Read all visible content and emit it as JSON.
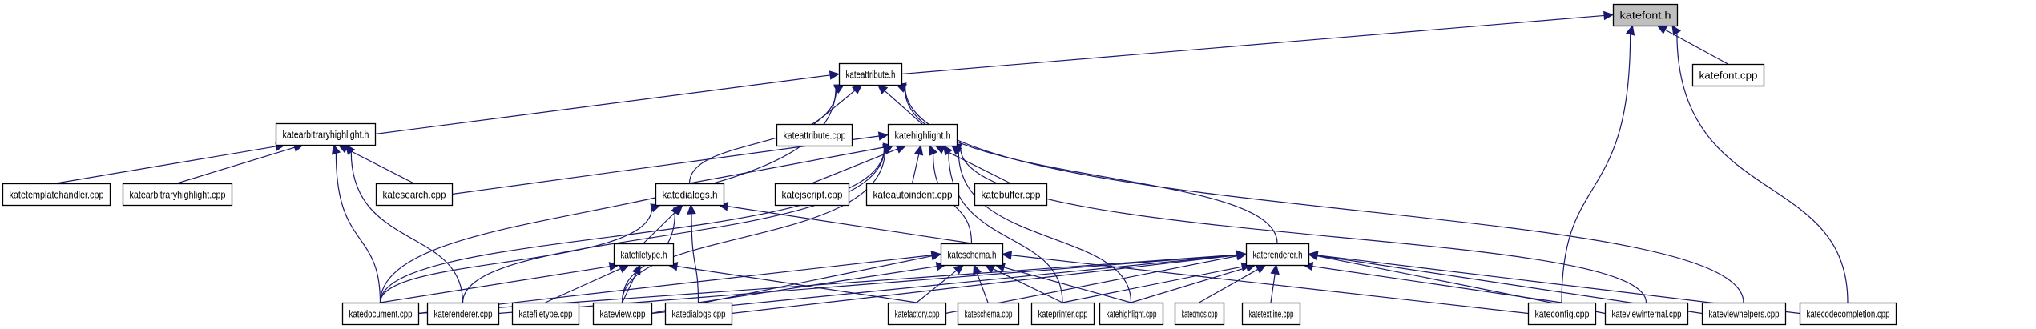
{
  "title": "katefont.h include dependency graph",
  "colors": {
    "edge": "#191970",
    "root_fill": "#bfbfbf",
    "node_fill": "#ffffff",
    "node_border": "#000000"
  },
  "nodes": [
    {
      "id": "katefont_h",
      "label": "katefont.h",
      "root": true
    },
    {
      "id": "kateattribute_h",
      "label": "kateattribute.h"
    },
    {
      "id": "katefont_cpp",
      "label": "katefont.cpp"
    },
    {
      "id": "katearbitraryhighlight_h",
      "label": "katearbitraryhighlight.h"
    },
    {
      "id": "kateattribute_cpp",
      "label": "kateattribute.cpp"
    },
    {
      "id": "katehighlight_h",
      "label": "katehighlight.h"
    },
    {
      "id": "katetemplatehandler_cpp",
      "label": "katetemplatehandler.cpp"
    },
    {
      "id": "katearbitraryhighlight_cpp",
      "label": "katearbitraryhighlight.cpp"
    },
    {
      "id": "katesearch_cpp",
      "label": "katesearch.cpp"
    },
    {
      "id": "katedialogs_h",
      "label": "katedialogs.h"
    },
    {
      "id": "katejscript_cpp",
      "label": "katejscript.cpp"
    },
    {
      "id": "kateautoindent_cpp",
      "label": "kateautoindent.cpp"
    },
    {
      "id": "katebuffer_cpp",
      "label": "katebuffer.cpp"
    },
    {
      "id": "katefiletype_h",
      "label": "katefiletype.h"
    },
    {
      "id": "kateschema_h",
      "label": "kateschema.h"
    },
    {
      "id": "katerenderer_h",
      "label": "katerenderer.h"
    },
    {
      "id": "katedocument_cpp",
      "label": "katedocument.cpp"
    },
    {
      "id": "katerenderer_cpp",
      "label": "katerenderer.cpp"
    },
    {
      "id": "katefiletype_cpp",
      "label": "katefiletype.cpp"
    },
    {
      "id": "kateview_cpp",
      "label": "kateview.cpp"
    },
    {
      "id": "katedialogs_cpp",
      "label": "katedialogs.cpp"
    },
    {
      "id": "katefactory_cpp",
      "label": "katefactory.cpp"
    },
    {
      "id": "kateschema_cpp",
      "label": "kateschema.cpp"
    },
    {
      "id": "kateprinter_cpp",
      "label": "kateprinter.cpp"
    },
    {
      "id": "katehighlight_cpp",
      "label": "katehighlight.cpp"
    },
    {
      "id": "katecmds_cpp",
      "label": "katecmds.cpp"
    },
    {
      "id": "katetextline_cpp",
      "label": "katetextline.cpp"
    },
    {
      "id": "kateconfig_cpp",
      "label": "kateconfig.cpp"
    },
    {
      "id": "kateviewinternal_cpp",
      "label": "kateviewinternal.cpp"
    },
    {
      "id": "kateviewhelpers_cpp",
      "label": "kateviewhelpers.cpp"
    },
    {
      "id": "katecodecompletion_cpp",
      "label": "katecodecompletion.cpp"
    }
  ],
  "edges": [
    {
      "from": "kateattribute_h",
      "to": "katefont_h"
    },
    {
      "from": "katefont_cpp",
      "to": "katefont_h"
    },
    {
      "from": "kateconfig_cpp",
      "to": "katefont_h"
    },
    {
      "from": "katecodecompletion_cpp",
      "to": "katefont_h"
    },
    {
      "from": "katearbitraryhighlight_h",
      "to": "kateattribute_h"
    },
    {
      "from": "kateattribute_cpp",
      "to": "kateattribute_h"
    },
    {
      "from": "katehighlight_h",
      "to": "kateattribute_h"
    },
    {
      "from": "katedocument_cpp",
      "to": "kateattribute_h"
    },
    {
      "from": "katedialogs_h",
      "to": "kateattribute_h"
    },
    {
      "from": "katerenderer_h",
      "to": "kateattribute_h"
    },
    {
      "from": "kateviewhelpers_cpp",
      "to": "kateattribute_h"
    },
    {
      "from": "katetemplatehandler_cpp",
      "to": "katearbitraryhighlight_h"
    },
    {
      "from": "katearbitraryhighlight_cpp",
      "to": "katearbitraryhighlight_h"
    },
    {
      "from": "katesearch_cpp",
      "to": "katearbitraryhighlight_h"
    },
    {
      "from": "katedocument_cpp",
      "to": "katearbitraryhighlight_h"
    },
    {
      "from": "katerenderer_cpp",
      "to": "katearbitraryhighlight_h"
    },
    {
      "from": "katesearch_cpp",
      "to": "katehighlight_h"
    },
    {
      "from": "katedialogs_h",
      "to": "katehighlight_h"
    },
    {
      "from": "katejscript_cpp",
      "to": "katehighlight_h"
    },
    {
      "from": "kateautoindent_cpp",
      "to": "katehighlight_h"
    },
    {
      "from": "katebuffer_cpp",
      "to": "katehighlight_h"
    },
    {
      "from": "kateschema_h",
      "to": "katehighlight_h"
    },
    {
      "from": "katedocument_cpp",
      "to": "katehighlight_h"
    },
    {
      "from": "katerenderer_cpp",
      "to": "katehighlight_h"
    },
    {
      "from": "kateview_cpp",
      "to": "katehighlight_h"
    },
    {
      "from": "kateprinter_cpp",
      "to": "katehighlight_h"
    },
    {
      "from": "katehighlight_cpp",
      "to": "katehighlight_h"
    },
    {
      "from": "kateviewinternal_cpp",
      "to": "katehighlight_h"
    },
    {
      "from": "katefiletype_h",
      "to": "katedialogs_h"
    },
    {
      "from": "kateschema_h",
      "to": "katedialogs_h"
    },
    {
      "from": "katedocument_cpp",
      "to": "katedialogs_h"
    },
    {
      "from": "kateview_cpp",
      "to": "katedialogs_h"
    },
    {
      "from": "katedialogs_cpp",
      "to": "katedialogs_h"
    },
    {
      "from": "katedocument_cpp",
      "to": "katefiletype_h"
    },
    {
      "from": "katefiletype_cpp",
      "to": "katefiletype_h"
    },
    {
      "from": "kateview_cpp",
      "to": "katefiletype_h"
    },
    {
      "from": "katefactory_cpp",
      "to": "katefiletype_h"
    },
    {
      "from": "katedocument_cpp",
      "to": "kateschema_h"
    },
    {
      "from": "kateview_cpp",
      "to": "kateschema_h"
    },
    {
      "from": "katedialogs_cpp",
      "to": "kateschema_h"
    },
    {
      "from": "katefactory_cpp",
      "to": "kateschema_h"
    },
    {
      "from": "kateschema_cpp",
      "to": "kateschema_h"
    },
    {
      "from": "kateprinter_cpp",
      "to": "kateschema_h"
    },
    {
      "from": "katehighlight_cpp",
      "to": "kateschema_h"
    },
    {
      "from": "kateconfig_cpp",
      "to": "kateschema_h"
    },
    {
      "from": "katedocument_cpp",
      "to": "katerenderer_h"
    },
    {
      "from": "katerenderer_cpp",
      "to": "katerenderer_h"
    },
    {
      "from": "kateview_cpp",
      "to": "katerenderer_h"
    },
    {
      "from": "katedialogs_cpp",
      "to": "katerenderer_h"
    },
    {
      "from": "katefactory_cpp",
      "to": "katerenderer_h"
    },
    {
      "from": "kateprinter_cpp",
      "to": "katerenderer_h"
    },
    {
      "from": "katehighlight_cpp",
      "to": "katerenderer_h"
    },
    {
      "from": "katecmds_cpp",
      "to": "katerenderer_h"
    },
    {
      "from": "katetextline_cpp",
      "to": "katerenderer_h"
    },
    {
      "from": "kateconfig_cpp",
      "to": "katerenderer_h"
    },
    {
      "from": "kateviewinternal_cpp",
      "to": "katerenderer_h"
    },
    {
      "from": "kateviewhelpers_cpp",
      "to": "katerenderer_h"
    },
    {
      "from": "katecodecompletion_cpp",
      "to": "katerenderer_h"
    }
  ]
}
